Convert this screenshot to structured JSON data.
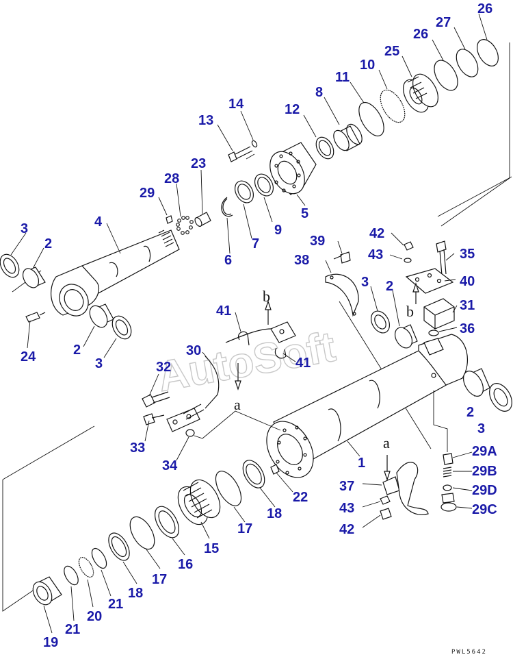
{
  "diagram": {
    "watermark": "AutoSoft",
    "drawing_code": "PWL5642",
    "view_markers": [
      "a",
      "b",
      "a",
      "b"
    ],
    "part_numbers": [
      "26",
      "27",
      "26",
      "25",
      "10",
      "11",
      "8",
      "12",
      "14",
      "13",
      "23",
      "28",
      "29",
      "5",
      "9",
      "7",
      "6",
      "4",
      "3",
      "2",
      "24",
      "2",
      "3",
      "42",
      "39",
      "43",
      "35",
      "40",
      "31",
      "36",
      "38",
      "3",
      "2",
      "41",
      "30",
      "32",
      "41",
      "2",
      "3",
      "33",
      "34",
      "1",
      "29A",
      "29B",
      "29D",
      "29C",
      "22",
      "18",
      "17",
      "37",
      "43",
      "42",
      "15",
      "16",
      "17",
      "18",
      "21",
      "20",
      "21",
      "19"
    ]
  }
}
